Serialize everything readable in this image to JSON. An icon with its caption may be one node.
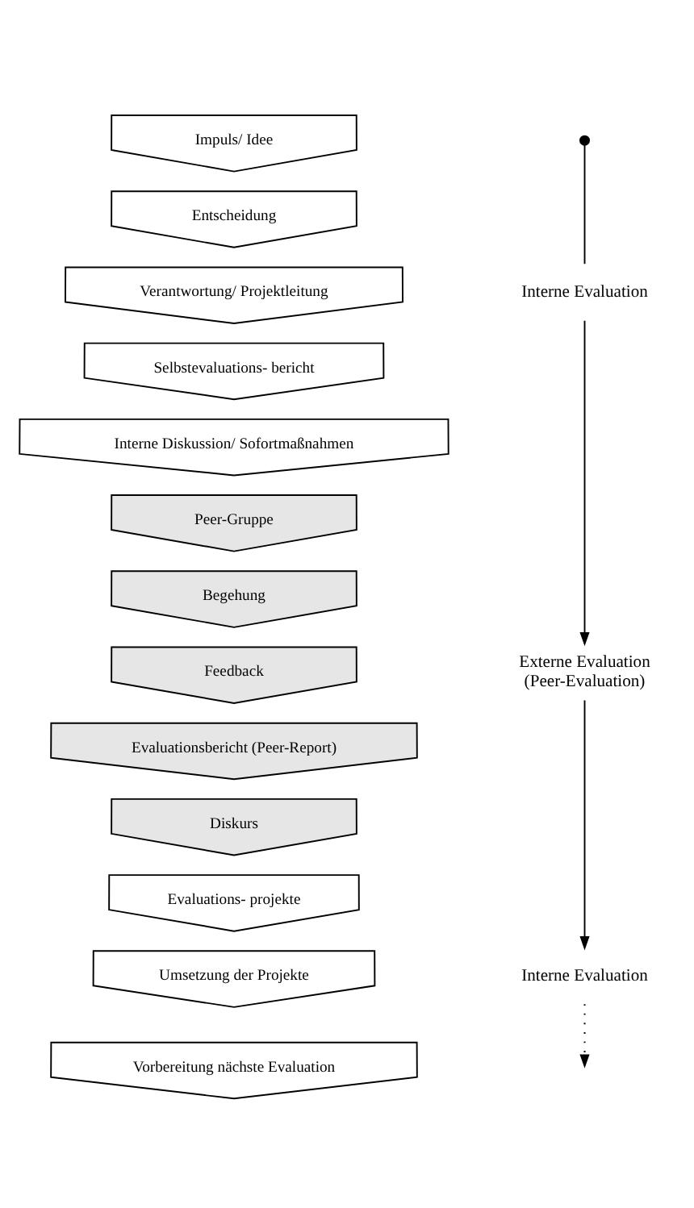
{
  "diagram": {
    "nodes": [
      {
        "text": [
          "Impuls/ Idee"
        ]
      },
      {
        "text": [
          "Entscheidung"
        ]
      },
      {
        "text": [
          "Verantwortung/ Projektleitung"
        ]
      },
      {
        "text": [
          "Selbstevaluations- bericht"
        ]
      },
      {
        "text": [
          "Interne Diskussion/ Sofortmaßnahmen"
        ]
      },
      {
        "text": [
          "Peer-Gruppe"
        ]
      },
      {
        "text": [
          "Begehung"
        ]
      },
      {
        "text": [
          "Feedback"
        ]
      },
      {
        "text": [
          "Evaluationsbericht (Peer-Report)"
        ]
      },
      {
        "text": [
          "Diskurs"
        ]
      },
      {
        "text": [
          "Evaluations- projekte"
        ]
      },
      {
        "text": [
          "Umsetzung der Projekte"
        ]
      },
      {
        "text": [
          "Vorbereitung nächste Evaluation"
        ]
      },
      {
        "text": [],
        "shape": "circle"
      },
      {
        "text": [
          "Interne Evaluation"
        ]
      },
      {
        "text": [
          "Externe Evaluation",
          "(Peer-Evaluation)"
        ]
      },
      {
        "text": [
          "Interne Evaluation"
        ]
      }
    ],
    "edges": [
      {
        "from": 13,
        "to": 14,
        "arrow": "none"
      },
      {
        "from": 14,
        "to": 15,
        "arrow": "to"
      },
      {
        "from": 15,
        "to": 16,
        "arrow": "to"
      },
      {
        "from": 16,
        "to": null,
        "arrow": "to",
        "style": "dashed"
      }
    ]
  }
}
